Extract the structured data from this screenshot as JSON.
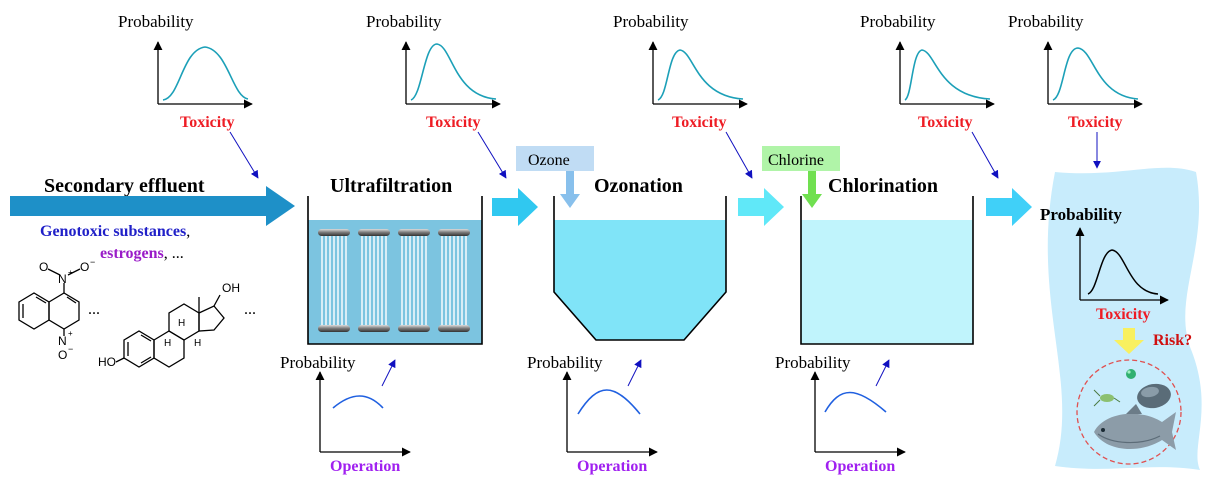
{
  "labels": {
    "probability": "Probability",
    "toxicity": "Toxicity",
    "operation": "Operation",
    "secondary_effluent": "Secondary effluent",
    "genotoxic": "Genotoxic substances",
    "comma": ",",
    "estrogens": "estrogens",
    "etc": ", ...",
    "ellipsis": "...",
    "ultrafiltration": "Ultrafiltration",
    "ozonation": "Ozonation",
    "chlorination": "Chlorination",
    "ozone": "Ozone",
    "chlorine": "Chlorine",
    "risk": "Risk?",
    "chem": {
      "nitro_n": "N",
      "nitro_o1": "O",
      "nitro_o2": "O",
      "ring_n": "N",
      "ring_o": "O",
      "oh_top": "OH",
      "ho_left": "HO",
      "h1": "H",
      "h2": "H",
      "h3": "H",
      "plus": "+",
      "minus1": "−",
      "minus2": "−"
    }
  },
  "colors": {
    "toxicity_label": "#ee1c24",
    "operation_label": "#a020f0",
    "genotoxic_label": "#2020c8",
    "estrogens_label": "#9a1cc8",
    "risk_label": "#d01010",
    "curve_top": "#1ca0b8",
    "curve_bottom": "#2060e0",
    "main_arrow": "#1e90c8",
    "flow_arrow": "#30c8f0",
    "uf_water": "#7cc4e0",
    "ozone_water": "#80e4f8",
    "chlor_water": "#c0f4fc",
    "receiving_water": "#c8ecfc",
    "ozone_box": "#c0dcf4",
    "chlorine_box": "#b0f4a8"
  },
  "icons": [
    "4-nitroquinoline-n-oxide-structure",
    "estradiol-structure",
    "hollow-fiber-membrane-icon",
    "algae-icon",
    "mussel-icon",
    "daphnia-icon",
    "fish-icon"
  ]
}
